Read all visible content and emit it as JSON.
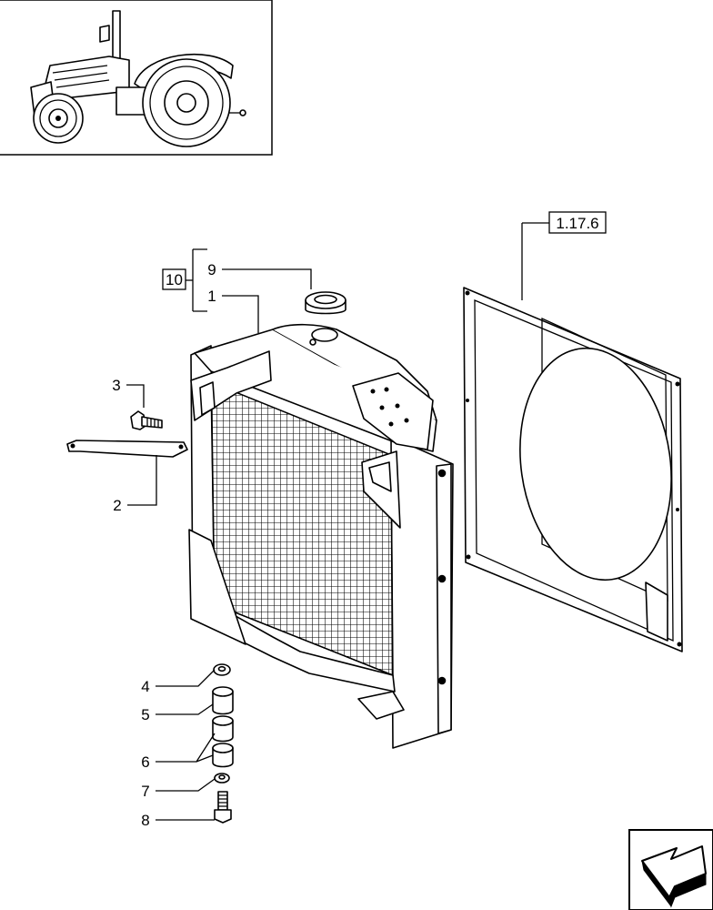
{
  "reference": "1.17.6",
  "kit_label": "10",
  "callouts": {
    "p1": "1",
    "p2": "2",
    "p3": "3",
    "p4": "4",
    "p5": "5",
    "p6": "6",
    "p7": "7",
    "p8": "8",
    "p9": "9"
  },
  "icons": {
    "tractor": "tractor-thumbnail-icon",
    "navigation": "page-arrow-icon"
  },
  "colors": {
    "line": "#000000",
    "background": "#ffffff",
    "shade": "#d9d9d9"
  }
}
